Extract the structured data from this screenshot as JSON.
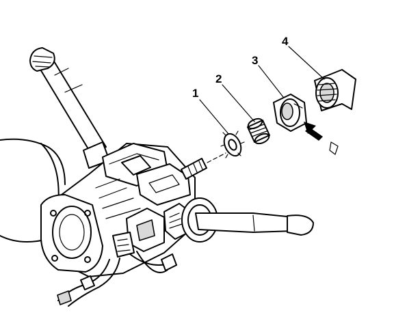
{
  "callouts": {
    "c1": "1",
    "c2": "2",
    "c3": "3",
    "c4": "4"
  },
  "colors": {
    "line": "#000000",
    "background": "#ffffff",
    "shade": "#d9d9d9"
  }
}
